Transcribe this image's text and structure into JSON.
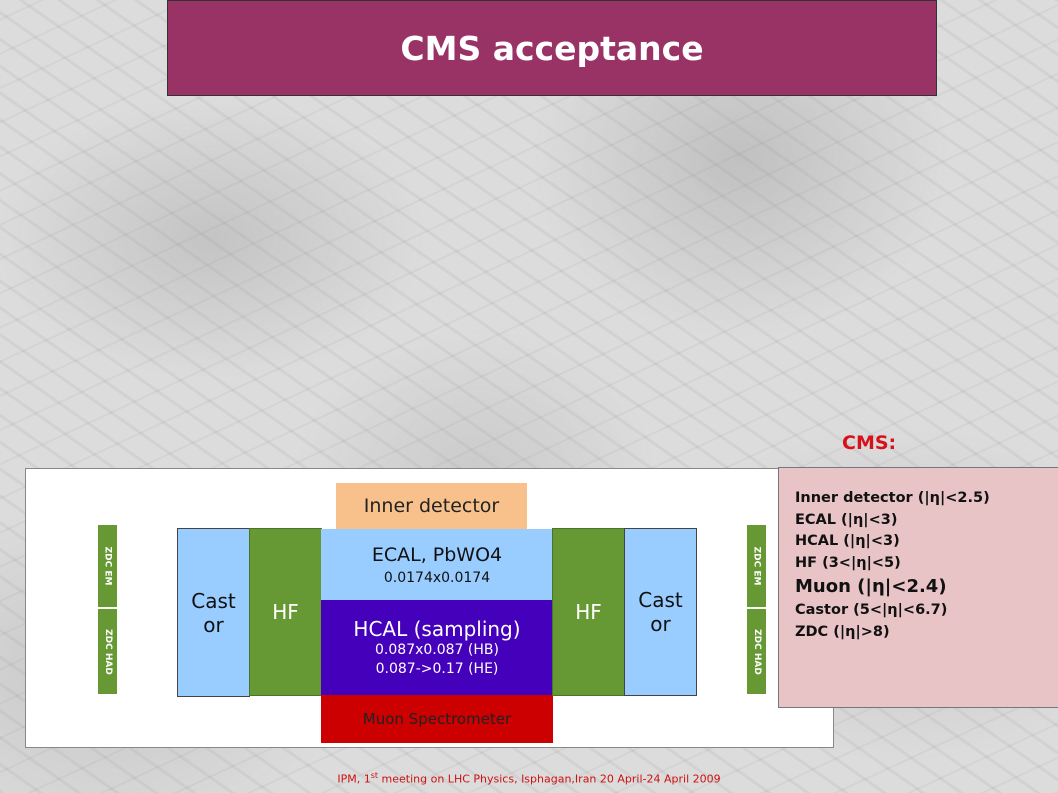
{
  "title": "CMS acceptance",
  "cms_label": "CMS:",
  "diagram": {
    "inner_detector": "Inner detector",
    "ecal_main": "ECAL, PbWO4",
    "ecal_granularity": "0.0174x0.0174",
    "hcal_main": "HCAL (sampling)",
    "hcal_hb": "0.087x0.087 (HB)",
    "hcal_he": "0.087->0.17 (HE)",
    "muon": "Muon Spectrometer",
    "hf": "HF",
    "castor_line1": "Cast",
    "castor_line2": "or",
    "zdc_em": "ZDC EM",
    "zdc_had": "ZDC HAD"
  },
  "acceptance": {
    "inner": "Inner detector (|η|<2.5)",
    "ecal": "ECAL  (|η|<3)",
    "hcal": "HCAL (|η|<3)",
    "hf": "HF (3<|η|<5)",
    "muon": "Muon (|η|<2.4)",
    "castor": "Castor (5<|η|<6.7)",
    "zdc": "ZDC (|η|>8)"
  },
  "footer": {
    "pre": "IPM, 1",
    "sup": "st",
    "post": " meeting on LHC Physics, Isphagan,Iran 20 April-24 April 2009"
  },
  "colors": {
    "title_bg": "#993366",
    "cms_label": "#d8101a",
    "info_bg": "#e8c4c6",
    "inner_detector": "#f8c18c",
    "ecal": "#99ccff",
    "hcal": "#4400bb",
    "muon": "#cc0000",
    "hf": "#669933",
    "castor": "#99ccff",
    "zdc": "#669933"
  }
}
